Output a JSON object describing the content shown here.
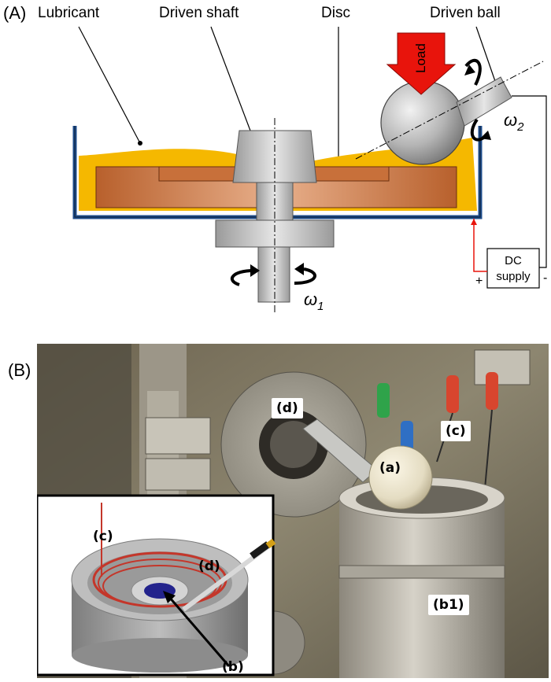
{
  "panels": {
    "a": {
      "tag": "(A)",
      "labels": {
        "lubricant": "Lubricant",
        "driven_shaft": "Driven shaft",
        "disc": "Disc",
        "driven_ball": "Driven ball",
        "load": "Load",
        "dc_supply_line1": "DC",
        "dc_supply_line2": "supply",
        "plus": "+",
        "minus": "-",
        "omega2": "ω",
        "omega2_sub": "2",
        "omega1": "ω",
        "omega1_sub": "1"
      }
    },
    "b": {
      "tag": "(B)",
      "callouts": {
        "d_photo": "(d)",
        "c_photo": "(c)",
        "a_photo": "(a)",
        "b1_photo": "(b1)",
        "c_inset": "(c)",
        "d_inset": "(d)",
        "b_inset": "(b)"
      }
    }
  },
  "colors": {
    "lubricant": "#f5b800",
    "disc": "#c8703a",
    "container": "#1f4e8c",
    "metal": "#b8b8b8",
    "load_arrow": "#e8140c",
    "wire": "#e8140c"
  }
}
